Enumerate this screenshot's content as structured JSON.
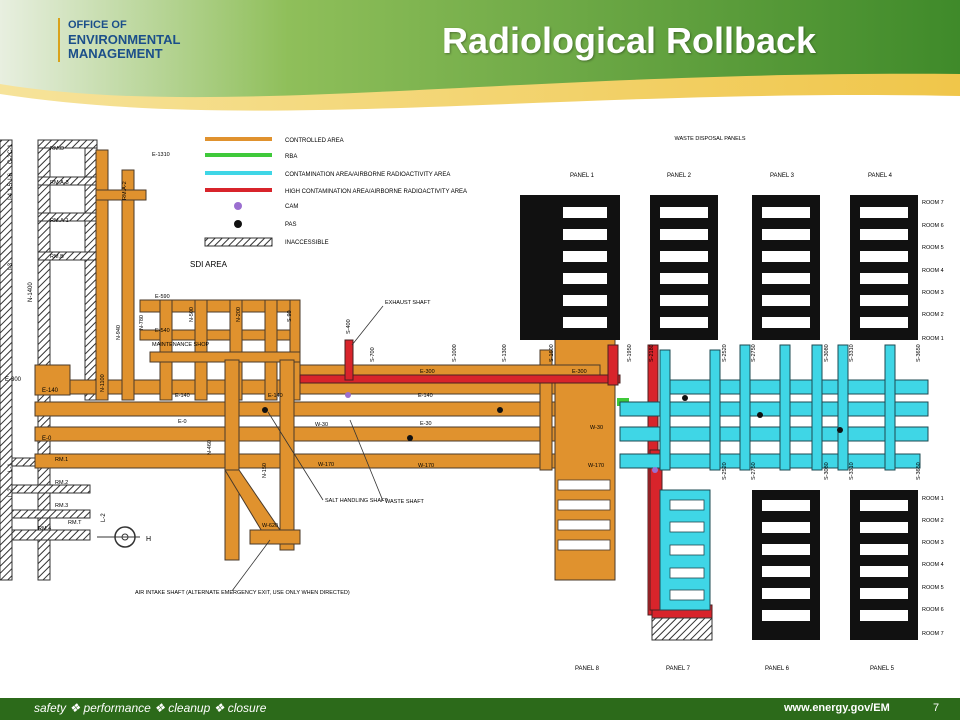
{
  "header": {
    "logo_line1": "OFFICE OF",
    "logo_line2": "ENVIRONMENTAL",
    "logo_line3": "MANAGEMENT",
    "title": "Radiological Rollback"
  },
  "legend": {
    "items": [
      {
        "label": "CONTROLLED AREA",
        "color": "#e0922e",
        "symbol": "line"
      },
      {
        "label": "RBA",
        "color": "#3fc93a",
        "symbol": "line"
      },
      {
        "label": "CONTAMINATION AREA/AIRBORNE RADIOACTIVITY AREA",
        "color": "#3fd6e6",
        "symbol": "line"
      },
      {
        "label": "HIGH CONTAMINATION AREA/AIRBORNE RADIOACTIVITY AREA",
        "color": "#d8242b",
        "symbol": "line"
      },
      {
        "label": "CAM",
        "color": "#9b6fd0",
        "symbol": "dot"
      },
      {
        "label": "PAS",
        "color": "#111111",
        "symbol": "dot"
      },
      {
        "label": "INACCESSIBLE",
        "color": "#555555",
        "symbol": "hatch"
      }
    ],
    "sdi_area": "SDI AREA",
    "waste_disposal": "WASTE DISPOSAL PANELS"
  },
  "map": {
    "left_labels": [
      "C-2",
      "C-1",
      "I-4",
      "I-5",
      "I-6",
      "I-3",
      "N-1400",
      "E-300",
      "E-140",
      "E-0",
      "L-1",
      "L-2",
      "L-2"
    ],
    "left_rooms": [
      "RM.D",
      "RM.A-3",
      "RM.A-1",
      "RM.B",
      "RM.1",
      "RM.2",
      "RM.3",
      "RM.4",
      "RM.T"
    ],
    "drifts": [
      "E-1310",
      "RM.A-2",
      "E-590",
      "E-540",
      "N-940",
      "N-780",
      "N-500",
      "N-200",
      "S-90",
      "S-400",
      "S-700",
      "S-1000",
      "S-1300",
      "S-1600",
      "S-1950",
      "S-2180",
      "S-2520",
      "S-2750",
      "S-3080",
      "S-3310",
      "S-3650",
      "N-1100",
      "E-140",
      "E-0",
      "E-300",
      "E-30",
      "W-30",
      "W-170",
      "W-620",
      "N-150",
      "N-460",
      "S-2520",
      "S-2750",
      "S-3080",
      "S-3310",
      "S-3650",
      "E-140",
      "E-300",
      "W-30",
      "W-170",
      "W-170",
      "E-140"
    ],
    "maintenance_shop": "MAINTENANCE SHOP",
    "exhaust_shaft": "EXHAUST SHAFT",
    "salt_shaft": "SALT HANDLING SHAFT",
    "waste_shaft": "WASTE SHAFT",
    "air_intake": "AIR INTAKE SHAFT (ALTERNATE EMERGENCY EXIT, USE ONLY WHEN DIRECTED)",
    "h_label": "H",
    "panels_top": [
      "PANEL 1",
      "PANEL 2",
      "PANEL 3",
      "PANEL 4"
    ],
    "panels_bottom": [
      "PANEL 8",
      "PANEL 7",
      "PANEL 6",
      "PANEL 5"
    ],
    "rooms_top": [
      "ROOM 7",
      "ROOM 6",
      "ROOM 5",
      "ROOM 4",
      "ROOM 3",
      "ROOM 2",
      "ROOM 1"
    ],
    "rooms_bottom": [
      "ROOM 1",
      "ROOM 2",
      "ROOM 3",
      "ROOM 4",
      "ROOM 5",
      "ROOM 6",
      "ROOM 7"
    ]
  },
  "footer": {
    "tagline": "safety ❖ performance ❖ cleanup ❖ closure",
    "url": "www.energy.gov/EM",
    "page": "7"
  }
}
